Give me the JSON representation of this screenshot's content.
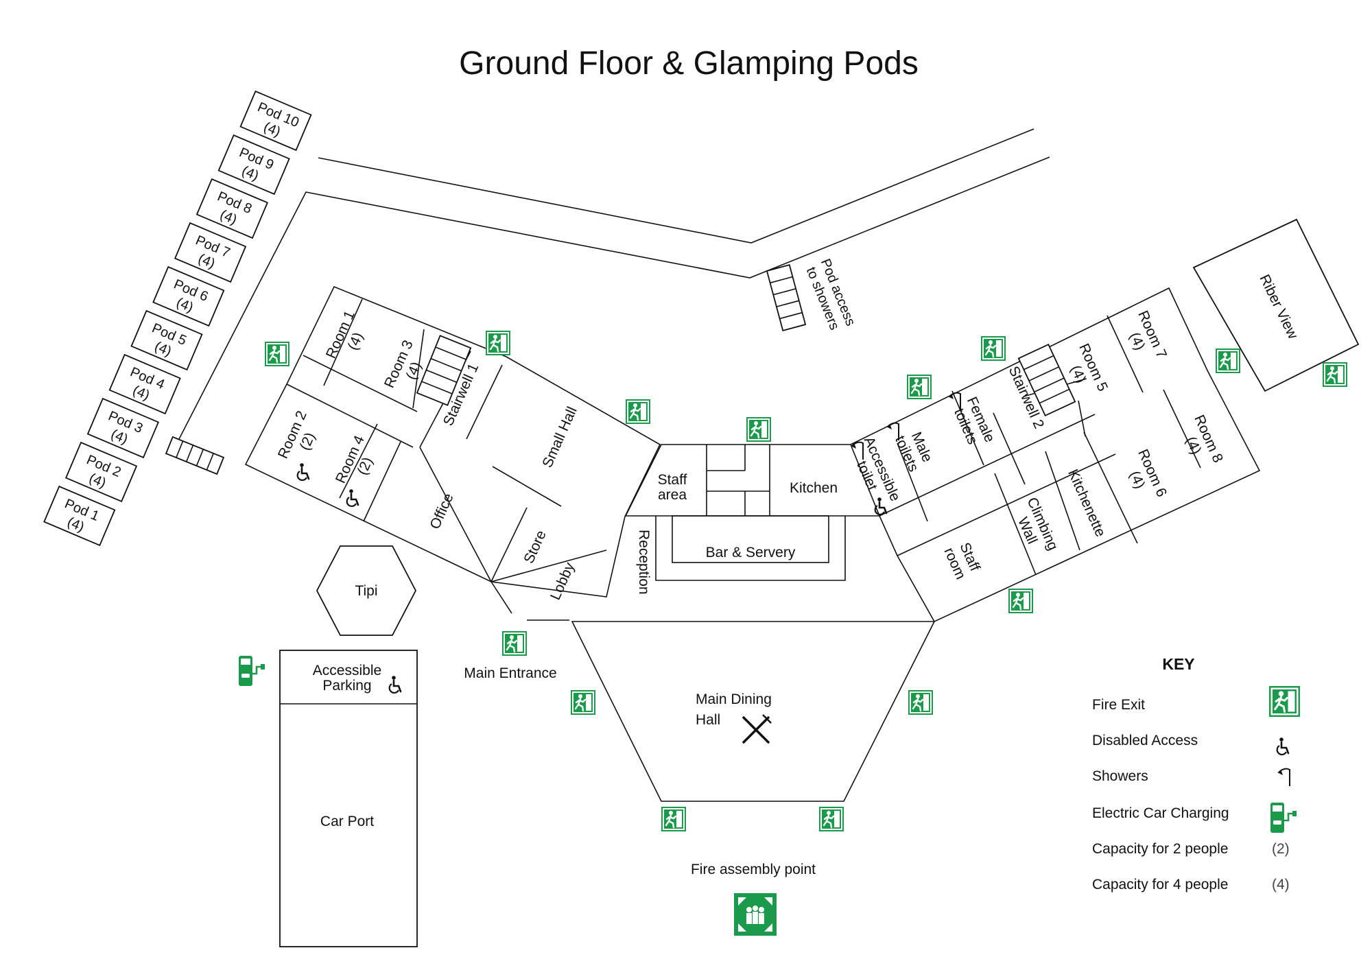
{
  "title": "Ground Floor & Glamping Pods",
  "colors": {
    "fire_exit_green": "#1a9a4a",
    "line": "#111111",
    "background": "#ffffff"
  },
  "pods": [
    {
      "name": "Pod 10",
      "cap": "(4)"
    },
    {
      "name": "Pod 9",
      "cap": "(4)"
    },
    {
      "name": "Pod 8",
      "cap": "(4)"
    },
    {
      "name": "Pod 7",
      "cap": "(4)"
    },
    {
      "name": "Pod 6",
      "cap": "(4)"
    },
    {
      "name": "Pod 5",
      "cap": "(4)"
    },
    {
      "name": "Pod 4",
      "cap": "(4)"
    },
    {
      "name": "Pod 3",
      "cap": "(4)"
    },
    {
      "name": "Pod 2",
      "cap": "(4)"
    },
    {
      "name": "Pod 1",
      "cap": "(4)"
    }
  ],
  "rooms": {
    "room1": {
      "name": "Room 1",
      "cap": "(4)"
    },
    "room2": {
      "name": "Room 2",
      "cap": "(2)"
    },
    "room3": {
      "name": "Room 3",
      "cap": "(4)"
    },
    "room4": {
      "name": "Room 4",
      "cap": "(2)"
    },
    "room5": {
      "name": "Room 5",
      "cap": "(4)"
    },
    "room6": {
      "name": "Room 6",
      "cap": "(4)"
    },
    "room7": {
      "name": "Room 7",
      "cap": "(4)"
    },
    "room8": {
      "name": "Room 8",
      "cap": "(4)"
    }
  },
  "labels": {
    "stairwell1": "Stairwell 1",
    "stairwell2": "Stairwell 2",
    "small_hall": "Small Hall",
    "office": "Office",
    "store": "Store",
    "lobby": "Lobby",
    "staff_area_1": "Staff",
    "staff_area_2": "area",
    "kitchen": "Kitchen",
    "bar": "Bar & Servery",
    "reception": "Reception",
    "accessible_toilet_1": "Accessible",
    "accessible_toilet_2": "toilet",
    "male_toilets_1": "Male",
    "male_toilets_2": "toilets",
    "female_toilets_1": "Female",
    "female_toilets_2": "toilets",
    "kitchenette": "Kitchenette",
    "climbing_wall_1": "Climbing",
    "climbing_wall_2": "Wall",
    "staff_room_1": "Staff",
    "staff_room_2": "room",
    "riber_view": "Riber View",
    "pod_access_1": "Pod access",
    "pod_access_2": "to showers",
    "tipi": "Tipi",
    "accessible_parking_1": "Accessible",
    "accessible_parking_2": "Parking",
    "car_port": "Car Port",
    "main_entrance": "Main Entrance",
    "dining_1": "Main Dining",
    "dining_2": "Hall",
    "assembly": "Fire assembly point"
  },
  "key": {
    "title": "KEY",
    "items": [
      {
        "label": "Fire Exit",
        "icon": "fire-exit-icon"
      },
      {
        "label": "Disabled Access",
        "icon": "wheelchair-icon"
      },
      {
        "label": "Showers",
        "icon": "shower-icon"
      },
      {
        "label": "Electric Car Charging",
        "icon": "ev-charger-icon"
      },
      {
        "label": "Capacity for 2 people",
        "symbol": "(2)"
      },
      {
        "label": "Capacity for 4 people",
        "symbol": "(4)"
      }
    ]
  }
}
